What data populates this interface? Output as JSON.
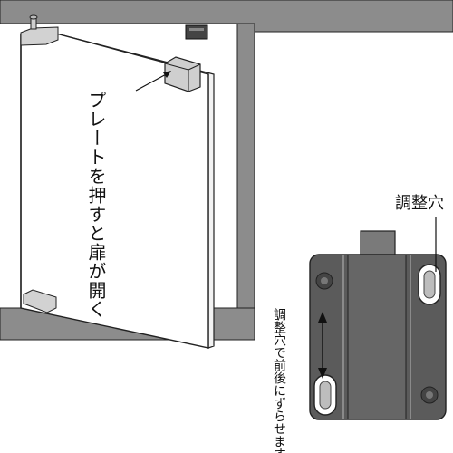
{
  "labels": {
    "push_caption": "プレートを押すと扉が開く",
    "adjust_hole": "調整穴",
    "adjust_caption": "調整穴で前後にずらせます"
  },
  "palette": {
    "wall_gray": "#8c8c8c",
    "frame_outline": "#222222",
    "door_face": "#ffffff",
    "door_edge": "#f3f3f3",
    "plate_gray": "#c9c9c9",
    "catch_dark": "#5a5a5a",
    "catch_mid": "#7a7a7a",
    "catch_light": "#9a9a9a"
  }
}
